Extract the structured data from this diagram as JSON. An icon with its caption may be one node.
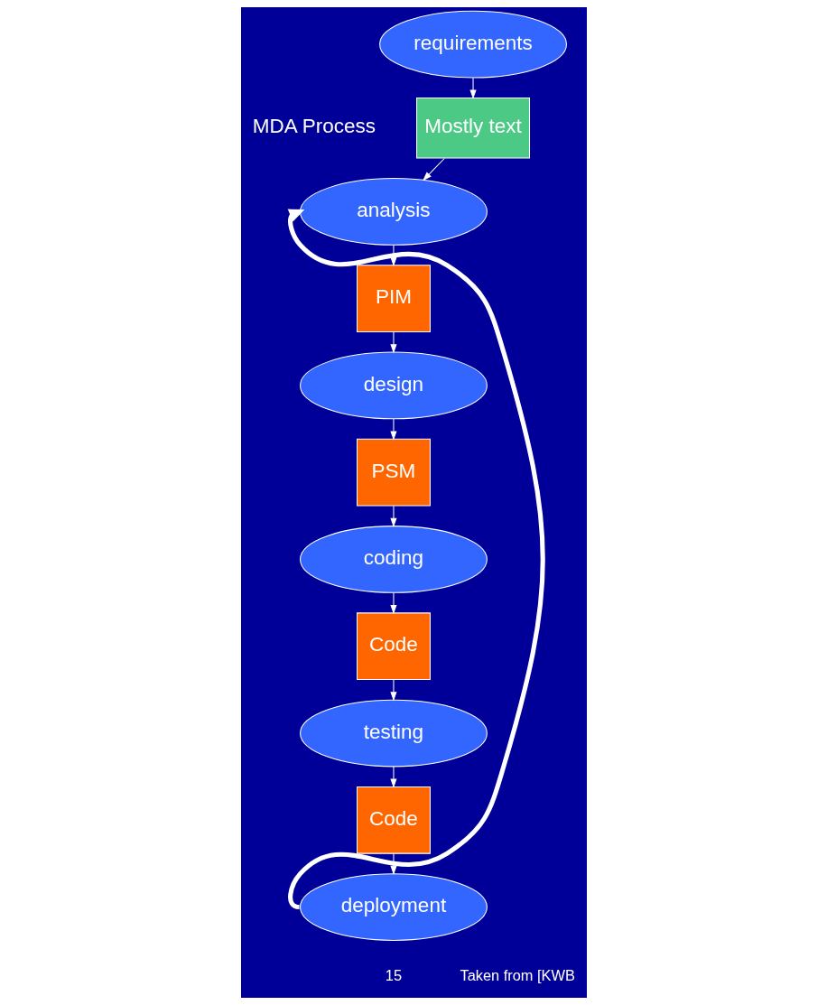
{
  "diagram": {
    "nodes": [
      {
        "text": [
          "requirements"
        ]
      },
      {
        "text": [
          "analysis"
        ]
      },
      {
        "text": [
          "design"
        ]
      },
      {
        "text": [
          "coding"
        ]
      },
      {
        "text": [
          "testing"
        ]
      },
      {
        "text": [
          "deployment"
        ]
      },
      {
        "text": [
          "Mostly text"
        ]
      },
      {
        "text": [
          "PIM"
        ]
      },
      {
        "text": [
          "PSM"
        ]
      },
      {
        "text": [
          "Code"
        ]
      },
      {
        "text": [
          "Code"
        ]
      }
    ],
    "edges": [
      {
        "from": 0,
        "to": 6,
        "arrow": "to"
      },
      {
        "from": 6,
        "to": 1,
        "arrow": "to"
      },
      {
        "from": 1,
        "to": 7,
        "arrow": "to"
      },
      {
        "from": 7,
        "to": 2,
        "arrow": "to"
      },
      {
        "from": 2,
        "to": 8,
        "arrow": "to"
      },
      {
        "from": 8,
        "to": 3,
        "arrow": "to"
      },
      {
        "from": 3,
        "to": 9,
        "arrow": "to"
      },
      {
        "from": 9,
        "to": 4,
        "arrow": "to"
      },
      {
        "from": 4,
        "to": 10,
        "arrow": "to"
      },
      {
        "from": 10,
        "to": 5,
        "arrow": "to"
      },
      {
        "from": 5,
        "to": 1,
        "arrow": "to",
        "style": "thick"
      }
    ],
    "labels": [
      "MDA Process",
      "15",
      "Taken from [KWB"
    ]
  }
}
